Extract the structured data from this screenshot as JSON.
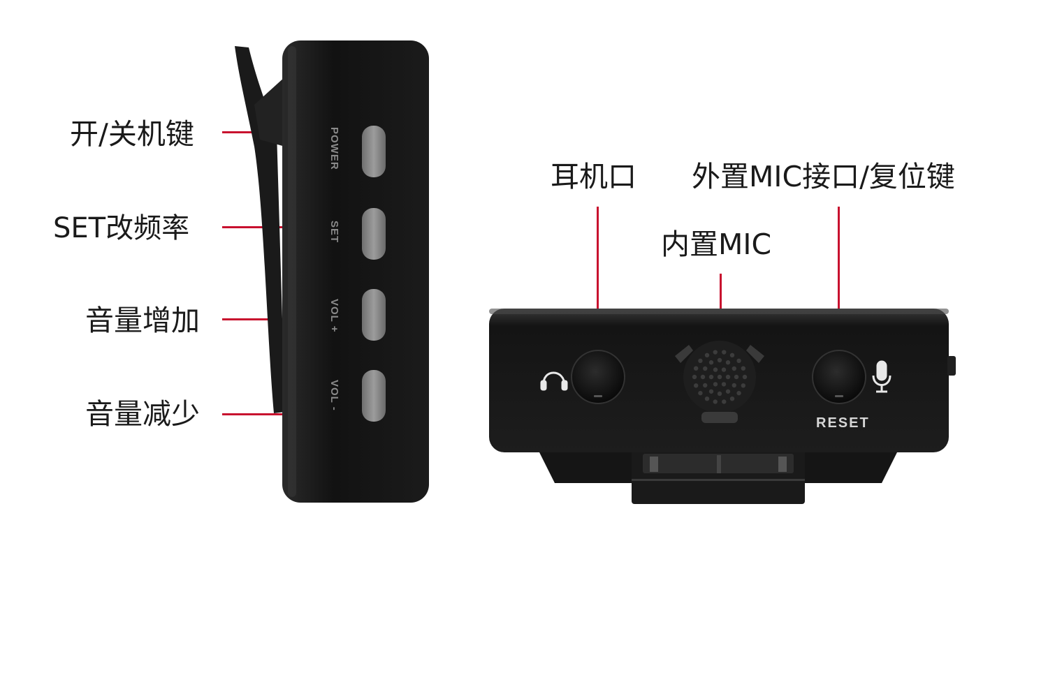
{
  "side_view": {
    "labels": {
      "power": "开/关机键",
      "set": "SET改频率",
      "vol_up": "音量增加",
      "vol_down": "音量减少"
    },
    "button_texts": {
      "power": "POWER",
      "set": "SET",
      "vol_up": "VOL +",
      "vol_down": "VOL -"
    }
  },
  "bottom_view": {
    "labels": {
      "headphone": "耳机口",
      "internal_mic": "内置MIC",
      "external_mic_reset": "外置MIC接口/复位键"
    },
    "reset_text": "RESET"
  },
  "colors": {
    "leader_line": "#c8102e",
    "device_body": "#111111"
  },
  "icons": [
    "headphone-icon",
    "microphone-icon"
  ]
}
